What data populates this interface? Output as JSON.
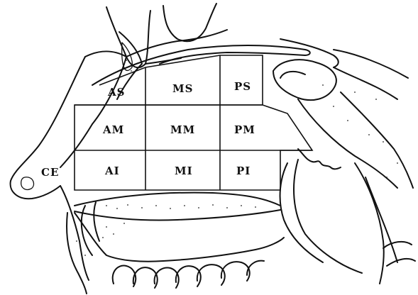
{
  "regions": {
    "AS": "AS",
    "MS": "MS",
    "PS": "PS",
    "AM": "AM",
    "MM": "MM",
    "PM": "PM",
    "AI": "AI",
    "MI": "MI",
    "PI": "PI",
    "CE": "CE"
  }
}
